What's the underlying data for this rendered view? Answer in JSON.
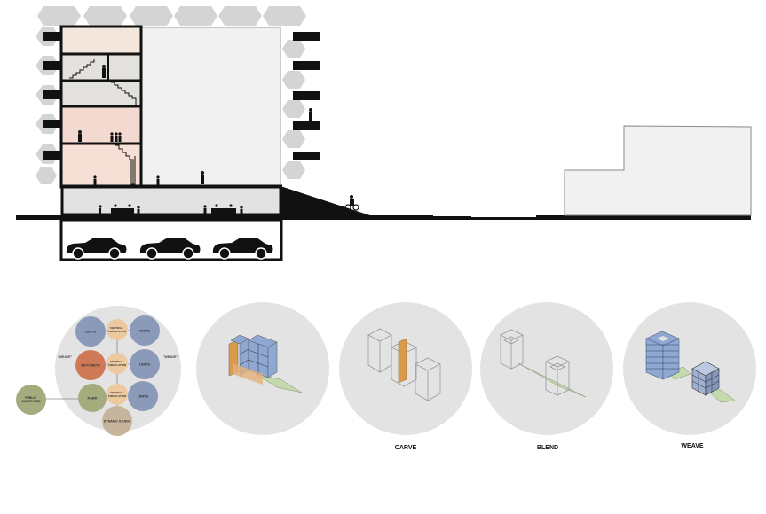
{
  "colors": {
    "black": "#111111",
    "facade_grey": "#d4d4d4",
    "wall_light": "#f1f1f1",
    "floor_beige": "#f3e7dd",
    "floor_grey": "#e3e1de",
    "floor_pink": "#f3d9cf",
    "floor_pink_low": "#f6dfd5",
    "ground_grey": "#e2e2e2",
    "circle_bg": "#e3e3e3",
    "node_blue": "#8c9ab9",
    "node_peach": "#edc9a0",
    "node_orange": "#cf7a57",
    "node_olive": "#a4ac7e",
    "node_taupe": "#c7b49d",
    "block_blue": "#8fa8d2",
    "block_orange": "#d99a4c",
    "plaza_green": "#c6d9ad"
  },
  "bubble_diagram": {
    "nodes": {
      "units_1": "UNITS",
      "vert_circ_1": "VERTICAL CIRCULATION",
      "units_2": "UNITS",
      "skycrete": "SKYCRETE",
      "vert_circ_2": "VERTICAL CIRCULATION",
      "units_3": "UNITS",
      "park": "PARK",
      "vert_circ_3": "VERTICAL CIRCULATION",
      "units_4": "UNITS",
      "dynamo_studio": "DYNAMO STUDIO",
      "public_courtyard": "PUBLIC COURTYARD"
    },
    "side_label_left": "\"WEAVE\"",
    "side_label_right": "\"WEAVE\""
  },
  "captions": {
    "carve": "CARVE",
    "blend": "BLEND",
    "weave": "WEAVE"
  }
}
